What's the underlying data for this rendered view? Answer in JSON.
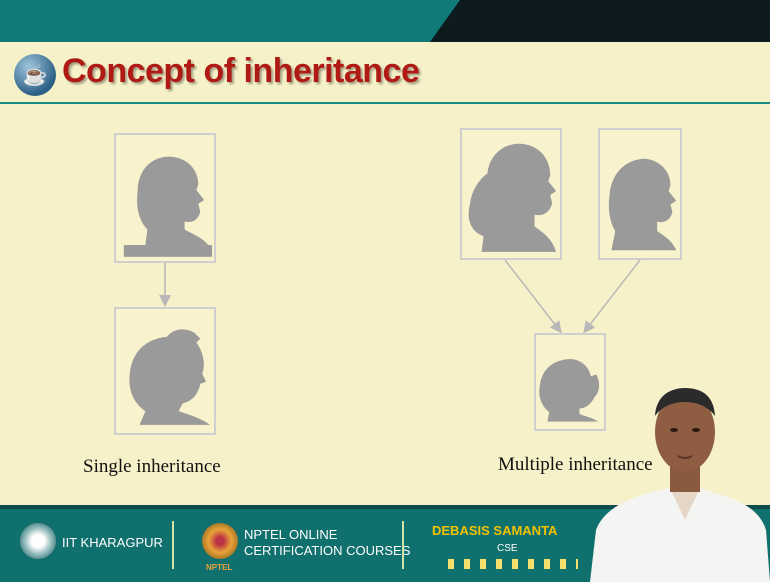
{
  "slide": {
    "title": "Concept of inheritance",
    "captions": {
      "single": "Single inheritance",
      "multiple": "Multiple inheritance"
    }
  },
  "footer": {
    "institute": "IIT KHARAGPUR",
    "nptel_line1": "NPTEL ONLINE",
    "nptel_line2": "CERTIFICATION COURSES",
    "nptel_small": "NPTEL",
    "presenter": "DEBASIS SAMANTA",
    "department": "CSE"
  },
  "icons": [
    "java-cup-icon",
    "iit-emblem-icon",
    "nptel-logo-icon",
    "silhouette-icon"
  ],
  "colors": {
    "title": "#b01a14",
    "slide_bg": "#f6f1c8",
    "teal": "#10706d",
    "presenter_name": "#f2c200"
  }
}
